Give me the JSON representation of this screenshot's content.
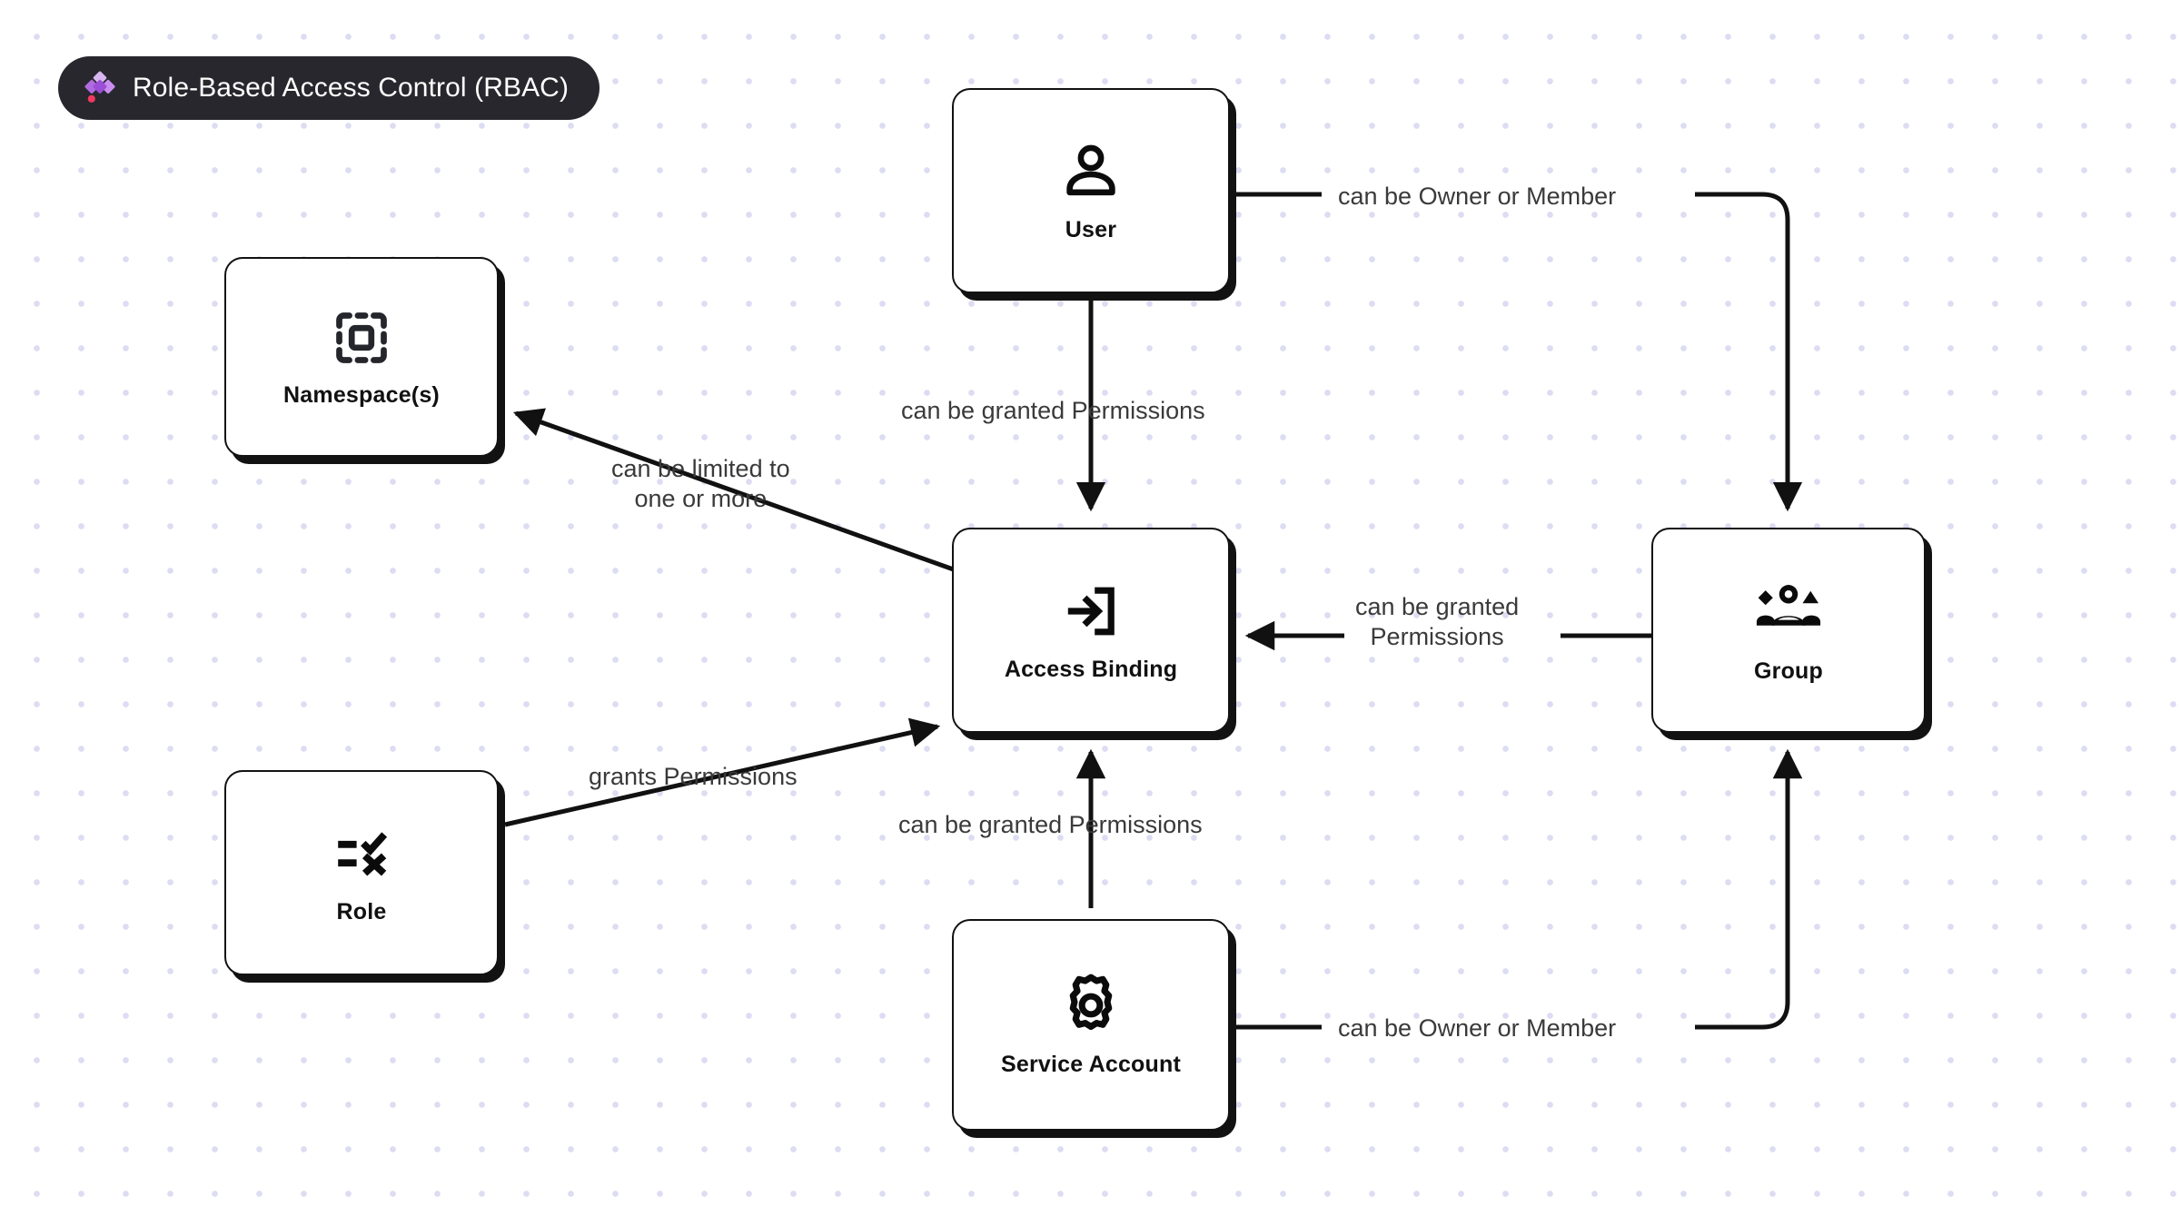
{
  "title": {
    "text": "Role-Based Access Control (RBAC)",
    "logo_icon": "diamond-cluster-logo",
    "badge_color": "#27272d",
    "logo_colors": [
      "#d8b6f0",
      "#b06be0",
      "#c98df0",
      "#9b4fd6",
      "#f03a5f"
    ]
  },
  "theme": {
    "background": "#ffffff",
    "dot_color": "#dcdcf2",
    "node_border": "#121212",
    "node_fill": "#ffffff",
    "label_text": "#3a3a3a",
    "edge_color": "#111111"
  },
  "nodes": [
    {
      "id": "user",
      "label": "User",
      "icon": "person-icon"
    },
    {
      "id": "namespaces",
      "label": "Namespace(s)",
      "icon": "namespace-scan-icon"
    },
    {
      "id": "access",
      "label": "Access Binding",
      "icon": "login-arrow-icon"
    },
    {
      "id": "group",
      "label": "Group",
      "icon": "people-group-icon"
    },
    {
      "id": "role",
      "label": "Role",
      "icon": "list-check-x-icon"
    },
    {
      "id": "service",
      "label": "Service Account",
      "icon": "gear-icon"
    }
  ],
  "edges": [
    {
      "id": "user-group",
      "from": "user",
      "to": "group",
      "label_line1": "can be Owner or Member",
      "label_line2": ""
    },
    {
      "id": "user-access",
      "from": "user",
      "to": "access",
      "label_line1": "can be granted Permissions",
      "label_line2": ""
    },
    {
      "id": "ns-limit",
      "from": "access",
      "to": "namespaces",
      "label_line1": "can be limited to",
      "label_line2": "one or more"
    },
    {
      "id": "group-access",
      "from": "group",
      "to": "access",
      "label_line1": "can be granted",
      "label_line2": "Permissions"
    },
    {
      "id": "role-grants",
      "from": "role",
      "to": "access",
      "label_line1": "grants Permissions",
      "label_line2": ""
    },
    {
      "id": "sa-access",
      "from": "service",
      "to": "access",
      "label_line1": "can be granted Permissions",
      "label_line2": ""
    },
    {
      "id": "sa-group",
      "from": "service",
      "to": "group",
      "label_line1": "can be Owner or Member",
      "label_line2": ""
    }
  ]
}
